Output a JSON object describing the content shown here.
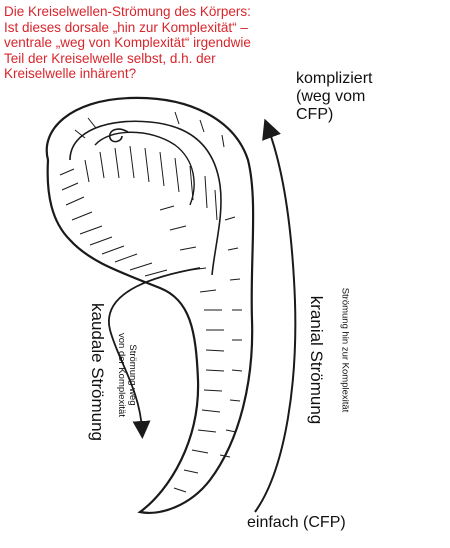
{
  "question": {
    "lines": [
      "Die Kreiselwellen-Strömung des Körpers:",
      "Ist dieses dorsale „hin zur Komplexität“ –",
      "ventrale „weg von Komplexität“ irgendwie",
      "Teil der Kreiselwelle selbst, d.h. der",
      "Kreiselwelle inhärent?"
    ],
    "color": "#d8262c"
  },
  "top_label": {
    "lines": [
      "kompliziert",
      "(weg vom",
      "CFP)"
    ]
  },
  "bottom_label": "einfach (CFP)",
  "right_flow": {
    "title": "kranial Strömung",
    "subtitle": "Strömung hin zur Komplexität"
  },
  "left_flow": {
    "title": "kaudale Strömung",
    "subtitle_lines": [
      "Strömung weg",
      "von der Komplexität"
    ]
  },
  "arrow_color": "#1a1a1a"
}
